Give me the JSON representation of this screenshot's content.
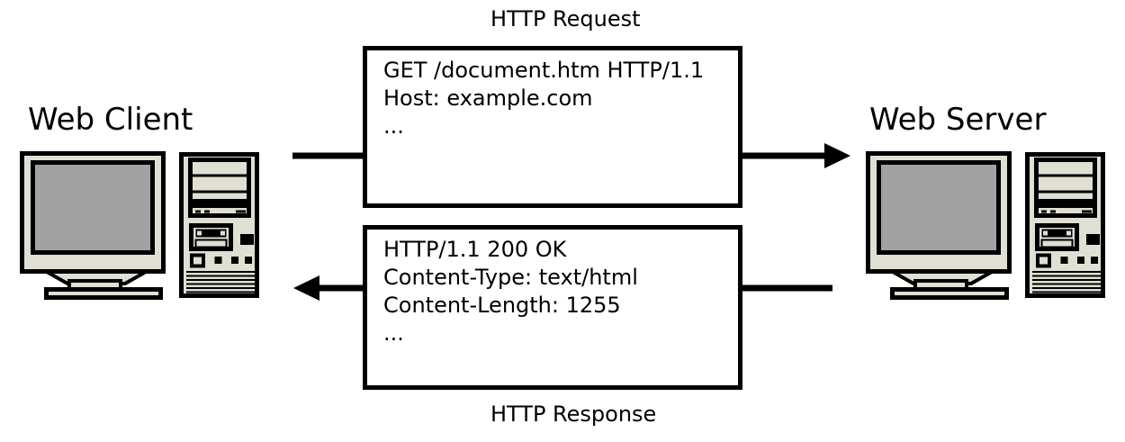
{
  "diagram": {
    "client_label": "Web Client",
    "server_label": "Web Server",
    "request_label": "HTTP Request",
    "response_label": "HTTP Response",
    "request_lines": {
      "0": "GET /document.htm HTTP/1.1",
      "1": "Host: example.com",
      "2": "..."
    },
    "response_lines": {
      "0": "HTTP/1.1 200 OK",
      "1": "Content-Type: text/html",
      "2": "Content-Length: 1255",
      "3": "..."
    }
  },
  "colors": {
    "background": "#ffffff",
    "outline": "#000000",
    "computer_case": "#e0dfd3",
    "monitor_screen": "#a2a2a2"
  }
}
